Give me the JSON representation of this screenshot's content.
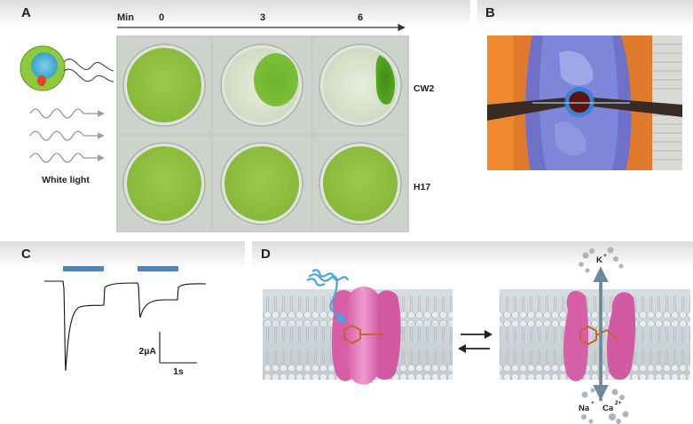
{
  "panels": {
    "a": "A",
    "b": "B",
    "c": "C",
    "d": "D"
  },
  "panel_a": {
    "time_axis_label": "Min",
    "time_points": [
      "0",
      "3",
      "6"
    ],
    "rows": [
      "CW2",
      "H17"
    ],
    "light_label": "White light",
    "colors": {
      "green": "#8fc43a",
      "dense_green": "#4a9a1a",
      "dish_bg": "#c9cfc9"
    }
  },
  "panel_c": {
    "current_scale": "2µA",
    "time_scale": "1s",
    "colors": {
      "light_bar": "#4f86b8"
    }
  },
  "panel_d": {
    "ion_top": "K",
    "ion_top_charge": "+",
    "ion_bottom_1": "Na",
    "ion_bottom_1_charge": "+",
    "ion_bottom_2": "Ca",
    "ion_bottom_2_charge": "2+",
    "colors": {
      "channel": "#e07ab8",
      "chromophore": "#c8642a",
      "ion_arrow": "#6c8a9a",
      "light_wave": "#4fa3d9"
    }
  }
}
